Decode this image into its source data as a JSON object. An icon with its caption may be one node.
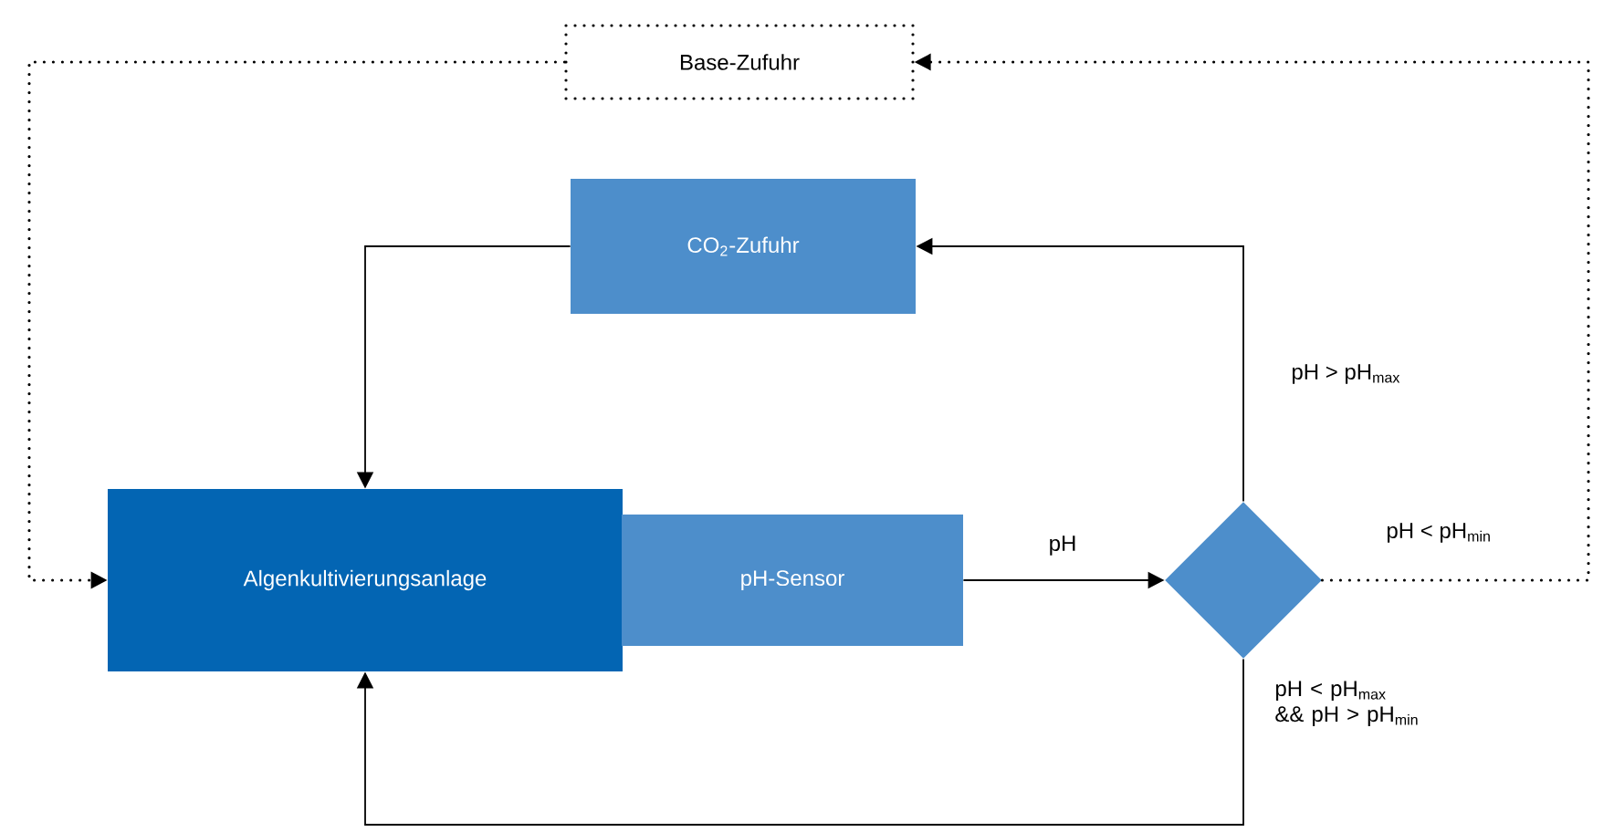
{
  "diagram": {
    "nodes": [
      {
        "text": [
          "Base-Zufuhr"
        ]
      },
      {
        "text": [
          "CO$_{2}$-Zufuhr"
        ]
      },
      {
        "text": [
          "Algenkultivierungsanlage"
        ]
      },
      {
        "text": [
          "pH-Sensor"
        ]
      },
      {
        "text": [],
        "shape": "diamond"
      }
    ],
    "edges": [
      {
        "from": 3,
        "to": 4,
        "arrow": "to",
        "label": "pH"
      },
      {
        "from": 4,
        "to": 1,
        "arrow": "to",
        "label": "pH > pH$_{max}$"
      },
      {
        "from": 4,
        "to": 0,
        "arrow": "to",
        "label": "pH < pH$_{min}$",
        "style": "dashed"
      },
      {
        "from": 0,
        "to": 2,
        "arrow": "to",
        "style": "dashed"
      },
      {
        "from": 1,
        "to": 2,
        "arrow": "to"
      },
      {
        "from": 4,
        "to": 2,
        "arrow": "to",
        "label": "pH < pH$_{max}$ && pH > pH$_{min}$"
      }
    ]
  }
}
